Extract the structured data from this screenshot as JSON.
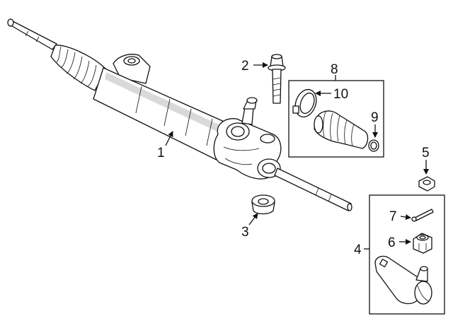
{
  "colors": {
    "line": "#111111",
    "background": "#ffffff",
    "shade": "#d9d9d9"
  },
  "callouts": {
    "c1": "1",
    "c2": "2",
    "c3": "3",
    "c4": "4",
    "c5": "5",
    "c6": "6",
    "c7": "7",
    "c8": "8",
    "c9": "9",
    "c10": "10"
  }
}
